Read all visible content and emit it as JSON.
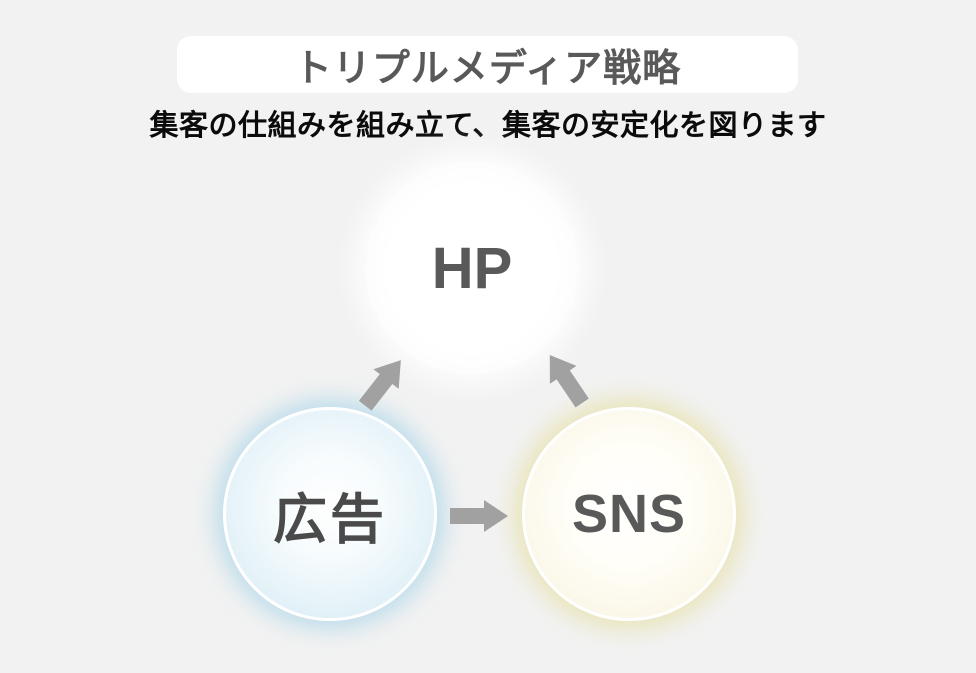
{
  "page": {
    "background_color": "#f2f2f2"
  },
  "header": {
    "title": "トリプルメディア戦略",
    "title_color": "#595959",
    "banner_color": "#ffffff",
    "subtitle": "集客の仕組みを組み立て、集客の安定化を図ります",
    "subtitle_color": "#0b0b0b"
  },
  "diagram": {
    "nodes": [
      {
        "id": "hp",
        "label": "HP",
        "fill": "#ffffff",
        "glow": "#ffffff",
        "label_color": "#595959"
      },
      {
        "id": "ad",
        "label": "広告",
        "fill": "#d2e9f3",
        "glow": "#92cce6",
        "label_color": "#4a4a4a"
      },
      {
        "id": "sns",
        "label": "SNS",
        "fill": "#f7f2da",
        "glow": "#e0d47a",
        "label_color": "#595959"
      }
    ],
    "arrows": [
      {
        "id": "ad-to-hp",
        "from": "広告",
        "to": "HP"
      },
      {
        "id": "sns-to-hp",
        "from": "SNS",
        "to": "HP"
      },
      {
        "id": "ad-to-sns",
        "from": "広告",
        "to": "SNS"
      }
    ],
    "arrow_color": "#a1a1a1"
  }
}
